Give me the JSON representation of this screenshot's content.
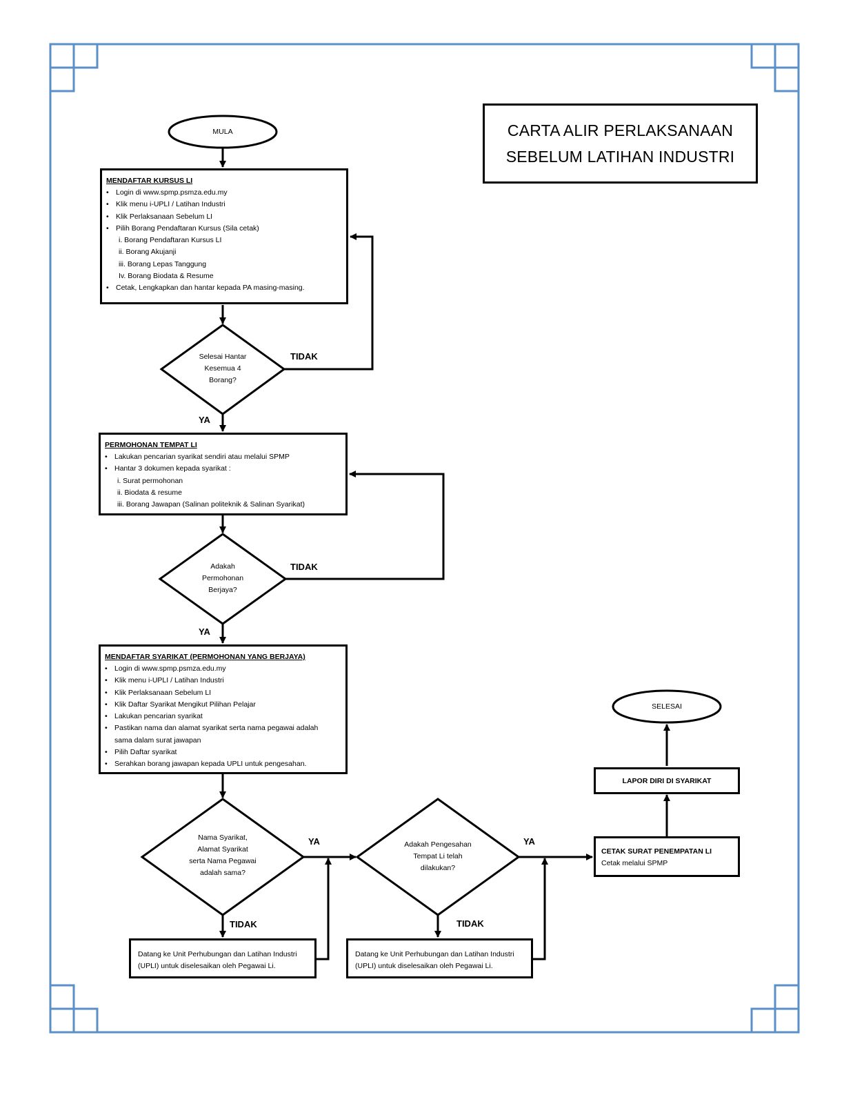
{
  "title": {
    "line1": "CARTA ALIR PERLAKSANAAN",
    "line2": "SEBELUM LATIHAN INDUSTRI"
  },
  "start": "MULA",
  "end": "SELESAI",
  "box1": {
    "title": "MENDAFTAR KURSUS LI",
    "items": [
      "Login di www.spmp.psmza.edu.my",
      "Klik menu i-UPLI / Latihan Industri",
      "Klik Perlaksanaan Sebelum LI",
      "Pilih Borang Pendaftaran Kursus (Sila cetak)",
      "i. Borang Pendaftaran Kursus LI",
      "ii. Borang Akujanji",
      "iii. Borang Lepas Tanggung",
      "Iv. Borang Biodata & Resume",
      "Cetak, Lengkapkan dan hantar kepada PA masing-masing."
    ]
  },
  "decision1": {
    "line1": "Selesai Hantar",
    "line2": "Kesemua 4",
    "line3": "Borang?"
  },
  "box2": {
    "title": "PERMOHONAN TEMPAT LI",
    "items": [
      "Lakukan pencarian syarikat sendiri atau melalui SPMP",
      "Hantar 3 dokumen kepada syarikat :",
      "i. Surat permohonan",
      "ii. Biodata & resume",
      "iii. Borang Jawapan (Salinan politeknik & Salinan Syarikat)"
    ]
  },
  "decision2": {
    "line1": "Adakah",
    "line2": "Permohonan",
    "line3": "Berjaya?"
  },
  "box3": {
    "title": "MENDAFTAR SYARIKAT (PERMOHONAN YANG BERJAYA)",
    "items": [
      "Login di www.spmp.psmza.edu.my",
      "Klik menu i-UPLI / Latihan Industri",
      "Klik Perlaksanaan Sebelum LI",
      "Klik Daftar Syarikat Mengikut Pilihan Pelajar",
      "Lakukan pencarian syarikat",
      "Pastikan nama dan alamat syarikat serta nama pegawai adalah sama dalam surat jawapan",
      "Pilih Daftar syarikat",
      "Serahkan borang jawapan kepada UPLI untuk pengesahan."
    ]
  },
  "decision3": {
    "line1": "Nama Syarikat,",
    "line2": "Alamat Syarikat",
    "line3": "serta Nama Pegawai",
    "line4": "adalah sama?"
  },
  "decision4": {
    "line1": "Adakah Pengesahan",
    "line2": "Tempat Li telah",
    "line3": "dilakukan?"
  },
  "upli_box_1": {
    "line1": "Datang  ke Unit Perhubungan dan Latihan Industri",
    "line2": "(UPLI) untuk diselesaikan oleh Pegawai Li."
  },
  "upli_box_2": {
    "line1": "Datang  ke Unit Perhubungan dan Latihan Industri",
    "line2": "(UPLI) untuk diselesaikan oleh Pegawai Li."
  },
  "print_box": {
    "title": "CETAK SURAT PENEMPATAN LI",
    "note": "Cetak melalui SPMP"
  },
  "report_box": "LAPOR DIRI DI SYARIKAT",
  "labels": {
    "yes": "YA",
    "no": "TIDAK"
  },
  "colors": {
    "frame": "#5b8fc7",
    "line": "#000000"
  }
}
